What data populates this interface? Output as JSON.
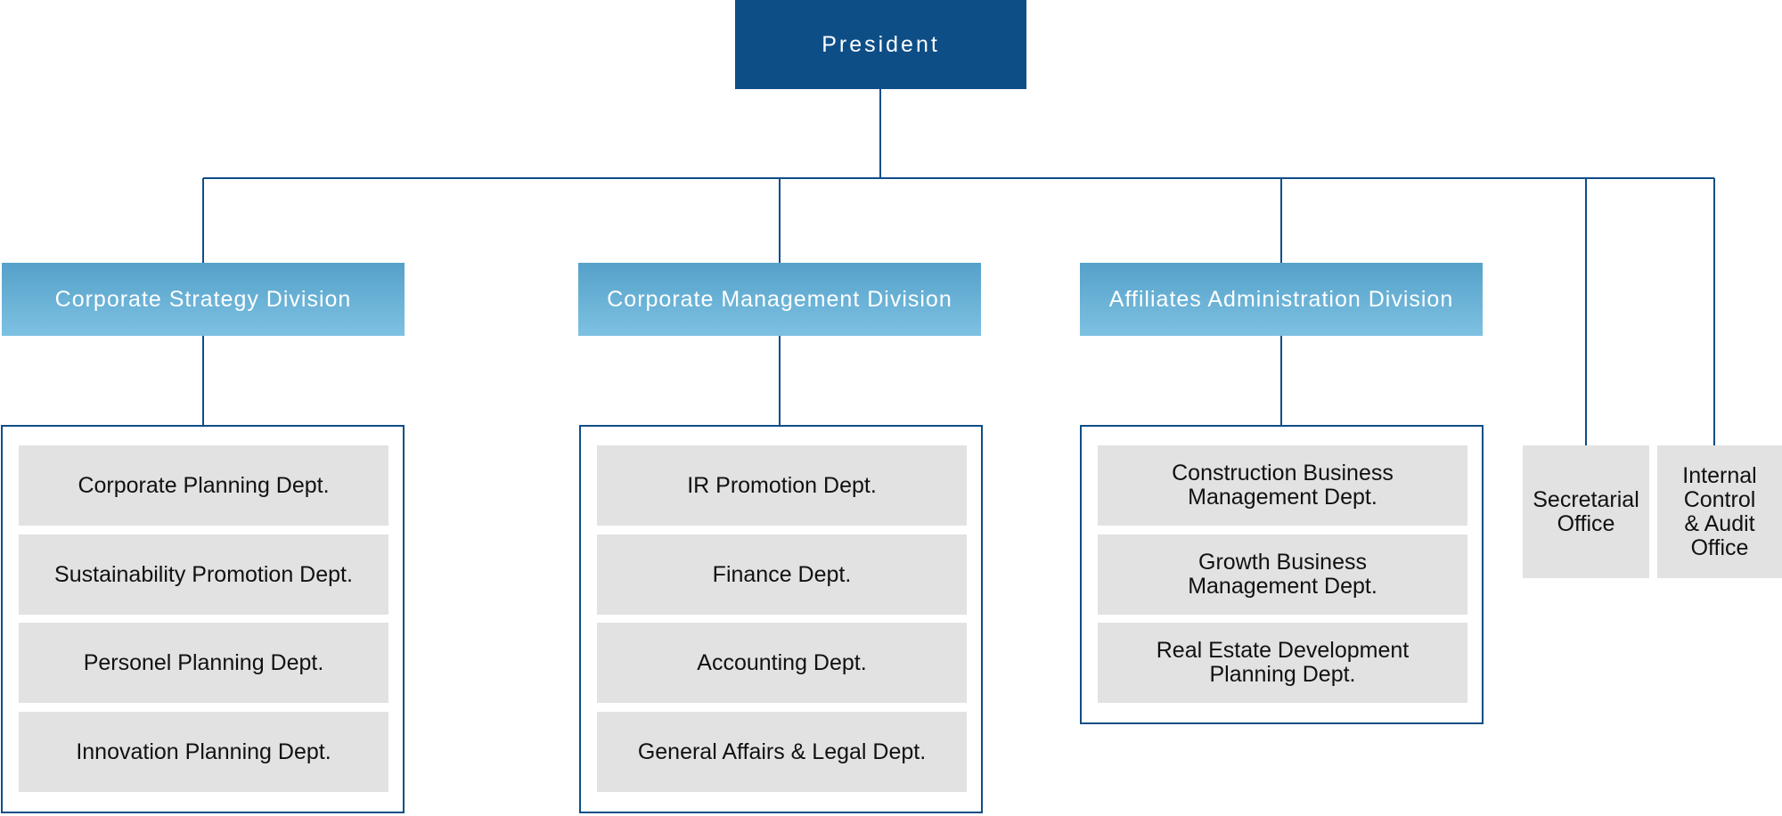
{
  "top": {
    "label": "President"
  },
  "divisions": [
    {
      "label": "Corporate Strategy Division",
      "departments": [
        "Corporate Planning Dept.",
        "Sustainability Promotion Dept.",
        "Personel Planning Dept.",
        "Innovation Planning Dept."
      ]
    },
    {
      "label": "Corporate Management Division",
      "departments": [
        "IR Promotion Dept.",
        "Finance Dept.",
        "Accounting Dept.",
        "General Affairs  & Legal Dept."
      ]
    },
    {
      "label": "Affiliates Administration Division",
      "departments": [
        "Construction Business\nManagement Dept.",
        "Growth Business\nManagement Dept.",
        "Real Estate Development\nPlanning Dept."
      ]
    }
  ],
  "offices": [
    "Secretarial\nOffice",
    "Internal\nControl\n& Audit\nOffice"
  ],
  "colors": {
    "president": "#0e4e87",
    "division_top": "#55a1c9",
    "division_bottom": "#7dc1e2",
    "department": "#e2e2e2",
    "connector": "#0e4e87"
  }
}
